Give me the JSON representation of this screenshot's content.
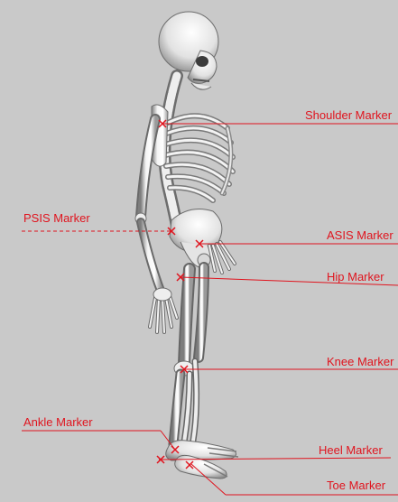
{
  "colors": {
    "background": "#c9c9c9",
    "marker": "#e0141e",
    "bone": "#f2f2f2",
    "bone_shadow": "#8a8a8a"
  },
  "markers": [
    {
      "id": "shoulder",
      "label": "Shoulder Marker"
    },
    {
      "id": "psis",
      "label": "PSIS Marker"
    },
    {
      "id": "asis",
      "label": "ASIS Marker"
    },
    {
      "id": "hip",
      "label": "Hip Marker"
    },
    {
      "id": "knee",
      "label": "Knee Marker"
    },
    {
      "id": "ankle",
      "label": "Ankle Marker"
    },
    {
      "id": "heel",
      "label": "Heel Marker"
    },
    {
      "id": "toe",
      "label": "Toe Marker"
    }
  ]
}
